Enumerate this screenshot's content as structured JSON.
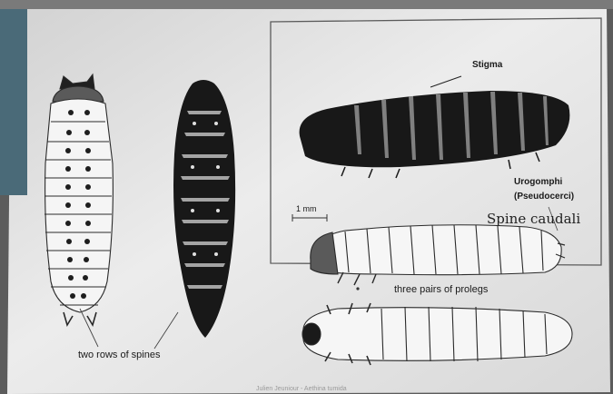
{
  "labels": {
    "stigma": "Stigma",
    "urogomphi": "Urogomphi",
    "pseudocerci": "(Pseudocerci)",
    "spine_caudali": "Spine caudali",
    "scale": "1 mm",
    "prolegs": "three pairs of prolegs",
    "spines": "two rows of spines",
    "credit": "Julien Jeuniour - Aethina tumida"
  },
  "colors": {
    "screen": "#e4e4e4",
    "frame": "#5b5b5b",
    "larva_dark": "#181818",
    "outline": "#2a2a2a",
    "head_shade": "#5a5a5a",
    "corner_photo": "#4a6a78"
  }
}
